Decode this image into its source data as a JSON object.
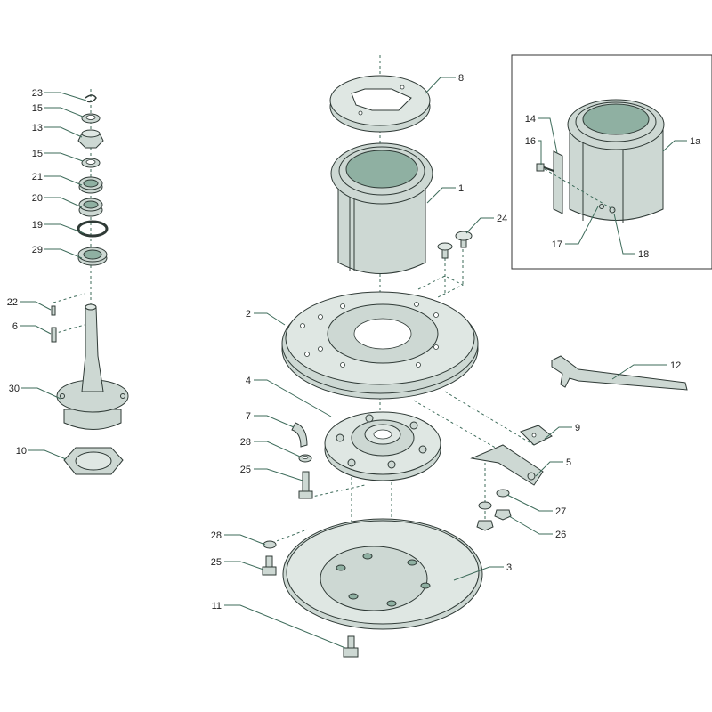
{
  "diagram": {
    "type": "exploded-parts-diagram",
    "callouts": {
      "c23": "23",
      "c15a": "15",
      "c13": "13",
      "c15b": "15",
      "c21": "21",
      "c20": "20",
      "c19": "19",
      "c29": "29",
      "c22": "22",
      "c6": "6",
      "c30": "30",
      "c10": "10",
      "c8": "8",
      "c1": "1",
      "c24": "24",
      "c2": "2",
      "c12": "12",
      "c4": "4",
      "c7": "7",
      "c9": "9",
      "c28a": "28",
      "c5": "5",
      "c25a": "25",
      "c27": "27",
      "c26": "26",
      "c28b": "28",
      "c25b": "25",
      "c3": "3",
      "c11": "11",
      "c14": "14",
      "c16": "16",
      "c1a": "1a",
      "c17": "17",
      "c18": "18"
    },
    "colors": {
      "part_fill": "#cdd8d3",
      "part_dark": "#8fb0a2",
      "leader": "#3d6b5a"
    }
  }
}
